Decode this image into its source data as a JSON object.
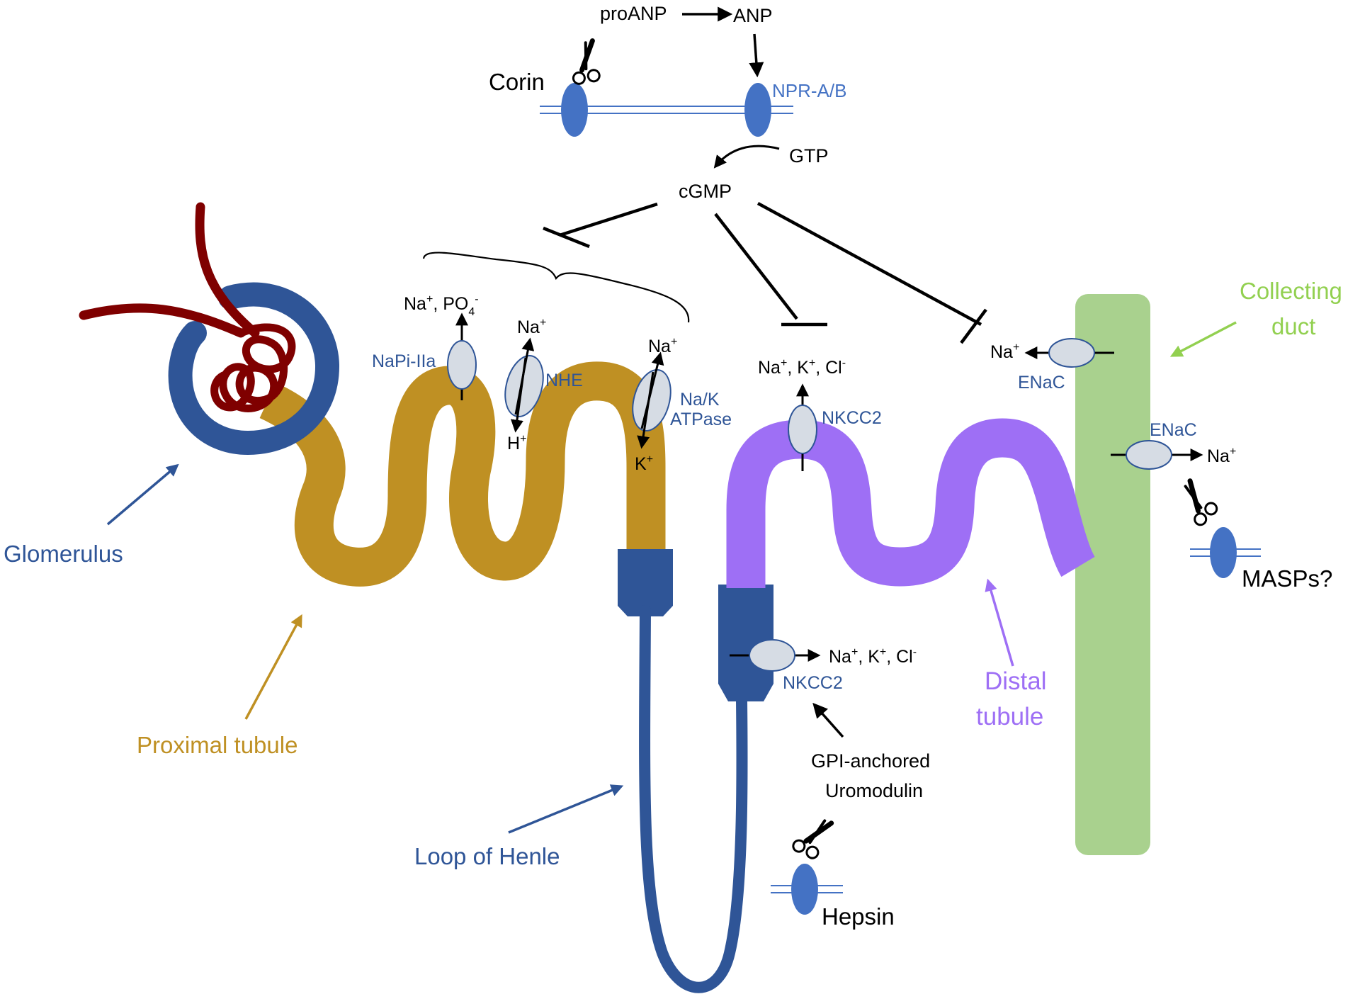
{
  "top": {
    "proanp": "proANP",
    "anp": "ANP",
    "corin": "Corin",
    "npr": "NPR-A/B",
    "gtp": "GTP",
    "cgmp": "cGMP"
  },
  "structures": {
    "glomerulus": "Glomerulus",
    "proximal_tubule": "Proximal tubule",
    "loop_of_henle": "Loop of Henle",
    "distal_tubule_line1": "Distal",
    "distal_tubule_line2": "tubule",
    "collecting_duct_line1": "Collecting",
    "collecting_duct_line2": "duct"
  },
  "transporters": {
    "napi": "NaPi-IIa",
    "nhe": "NHE",
    "nak_line1": "Na/K",
    "nak_line2": "ATPase",
    "nkcc2_top": "NKCC2",
    "nkcc2_bottom": "NKCC2",
    "enac_top": "ENaC",
    "enac_bottom": "ENaC"
  },
  "ions": {
    "na_po4_na": "Na",
    "na_po4_sep": ", PO",
    "nhe_na": "Na",
    "nhe_h": "H",
    "nak_na": "Na",
    "nak_k": "K",
    "dt_na": "Na",
    "dt_k": ", K",
    "dt_cl": ", Cl",
    "loop_na": "Na",
    "loop_k": ", K",
    "loop_cl": ", Cl",
    "enac_na_left": "Na",
    "enac_na_right": "Na",
    "plus": "+",
    "minus": "-",
    "sub4": "4"
  },
  "proteases": {
    "gpi_line1": "GPI-anchored",
    "gpi_line2": "Uromodulin",
    "hepsin": "Hepsin",
    "masps": "MASPs?"
  },
  "colors": {
    "blue": "#2F5597",
    "blue_label": "#4472C4",
    "gold": "#BF9023",
    "purple": "#9E6FF5",
    "green": "#A9D18E",
    "green_label": "#92D050",
    "red": "#7F0000",
    "channel_gray": "#D6DCE4",
    "black": "#000000"
  }
}
